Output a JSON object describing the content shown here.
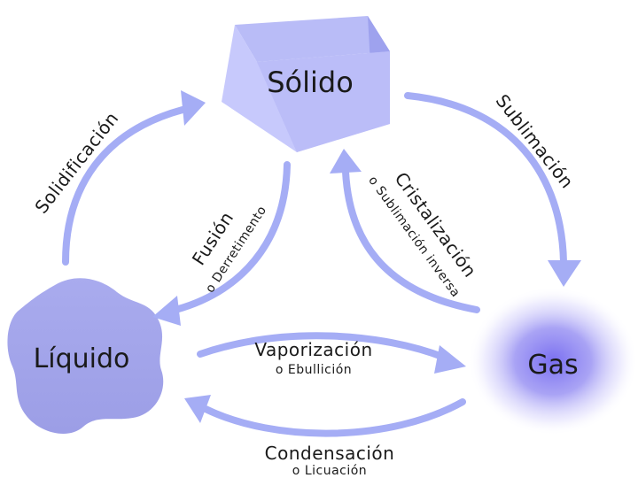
{
  "states": {
    "solid": "Sólido",
    "liquid": "Líquido",
    "gas": "Gas"
  },
  "processes": {
    "solidificacion": "Solidificación",
    "fusion": "Fusión",
    "fusion_alt": "o Derretimento",
    "sublimacion": "Sublimación",
    "cristalizacion": "Cristalización",
    "cristalizacion_alt": "o Sublimación inversa",
    "vaporizacion": "Vaporización",
    "vaporizacion_alt": "o Ebullición",
    "condensacion": "Condensación",
    "condensacion_alt": "o Licuación"
  },
  "colors": {
    "arrow": "#a5adf5",
    "cube_front": "#c9cbff",
    "cube_top": "#b6b9f7",
    "cube_side": "#9b9ff0",
    "liquid": "#a3a5ea",
    "gas": "#8d86f0"
  }
}
